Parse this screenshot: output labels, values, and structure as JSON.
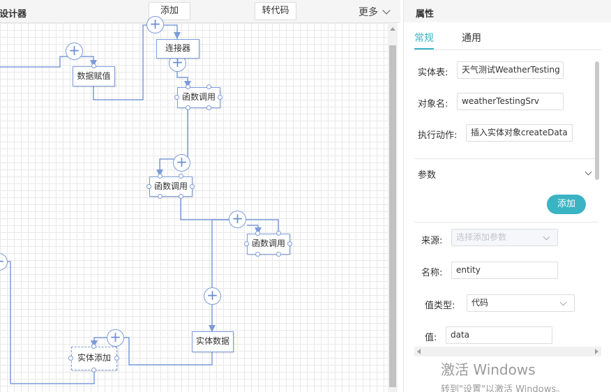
{
  "designer": {
    "title": "流设计器",
    "add_label": "添加",
    "convert_label": "转代码",
    "more_label": "更多",
    "nodes": {
      "connector": "连接器",
      "data_assign": "数据赋值",
      "function_call_1": "函数调用",
      "function_call_2": "函数调用",
      "function_call_3": "函数调用",
      "entity_data": "实体数据",
      "entity_add": "实体添加"
    },
    "plus_glyph": "+"
  },
  "panel": {
    "title": "属性",
    "tabs": [
      "常规",
      "通用"
    ],
    "entity_table_label": "实体表:",
    "entity_table_value": "天气测试WeatherTesting",
    "object_name_label": "对象名:",
    "object_name_value": "weatherTestingSrv",
    "action_label": "执行动作:",
    "action_value": "插入实体对象createData",
    "params_label": "参数",
    "add_label": "添加",
    "source_label": "来源:",
    "source_placeholder": "选择添加参数",
    "name_label": "名称:",
    "name_value": "entity",
    "value_type_label": "值类型:",
    "value_type_value": "代码",
    "value_label": "值:",
    "value_value": "data"
  },
  "watermark": {
    "line1": "激活 Windows",
    "line2": "转到\"设置\"以激活 Windows。"
  },
  "colors": {
    "accent": "#3ab3c3",
    "flow_line": "#7c9bd9"
  }
}
